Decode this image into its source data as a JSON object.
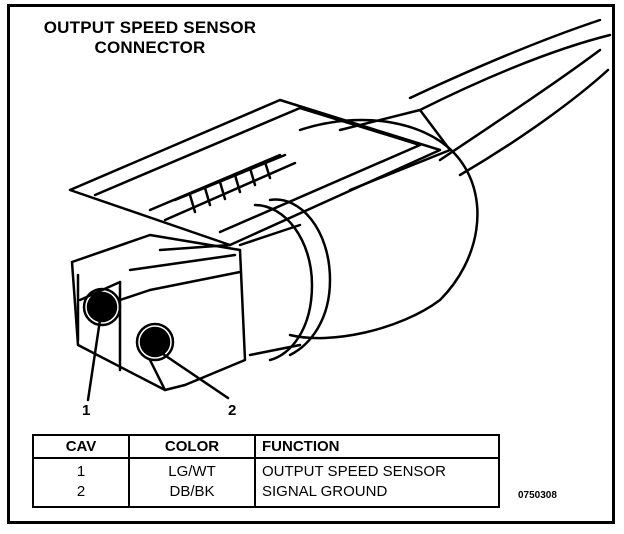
{
  "title": {
    "line1": "OUTPUT SPEED SENSOR",
    "line2": "CONNECTOR"
  },
  "pin_labels": [
    "1",
    "2"
  ],
  "table": {
    "headers": [
      "CAV",
      "COLOR",
      "FUNCTION"
    ],
    "rows": [
      {
        "cav": "1",
        "color": "LG/WT",
        "function": "OUTPUT SPEED SENSOR"
      },
      {
        "cav": "2",
        "color": "DB/BK",
        "function": "SIGNAL GROUND"
      }
    ]
  },
  "figure_id": "0750308"
}
